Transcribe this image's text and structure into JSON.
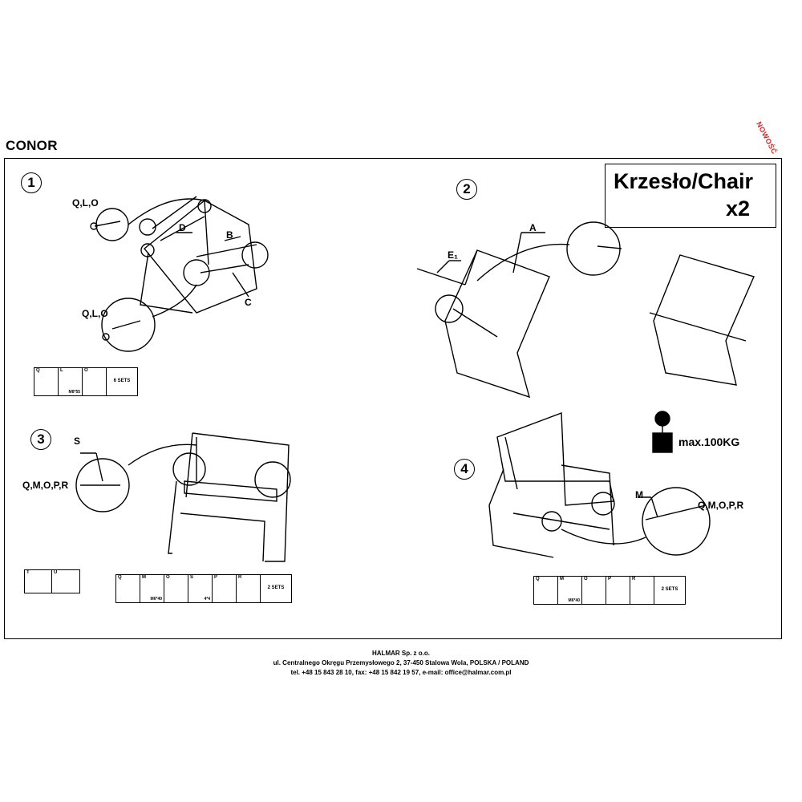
{
  "header": {
    "title": "CONOR",
    "stamp": "NOWOŚĆ"
  },
  "chair_box": {
    "line1": "Krzesło/Chair",
    "line2": "x2"
  },
  "steps": [
    "1",
    "2",
    "3",
    "4"
  ],
  "labels": {
    "step1_top": "Q,L,O",
    "step1_bottom": "Q,L,O",
    "b": "B",
    "c": "C",
    "d": "D",
    "a": "A",
    "e1": "E₁",
    "s": "S",
    "step3_parts": "Q,M,O,P,R",
    "m": "M",
    "step4_parts": "Q,M,O,P,R"
  },
  "max_weight": "max.100KG",
  "parts_step1": {
    "cells": [
      "Q",
      "L",
      "O"
    ],
    "size": "M8*55",
    "sets": "6 SETS"
  },
  "parts_step3": {
    "cells": [
      "Q",
      "M",
      "O",
      "S",
      "P",
      "R"
    ],
    "size": "M6*40",
    "size2": "4*4",
    "sets": "2 SETS"
  },
  "parts_step4": {
    "cells": [
      "Q",
      "M",
      "O",
      "P",
      "R"
    ],
    "size": "M6*40",
    "sets": "2 SETS"
  },
  "tools": [
    "T",
    "U"
  ],
  "footer": {
    "line1": "HALMAR Sp. z o.o.",
    "line2": "ul. Centralnego Okręgu Przemysłowego 2, 37-450 Stalowa Wola, POLSKA / POLAND",
    "line3": "tel. +48 15 843 28 10, fax: +48 15 842 19 57, e-mail: office@halmar.com.pl"
  }
}
